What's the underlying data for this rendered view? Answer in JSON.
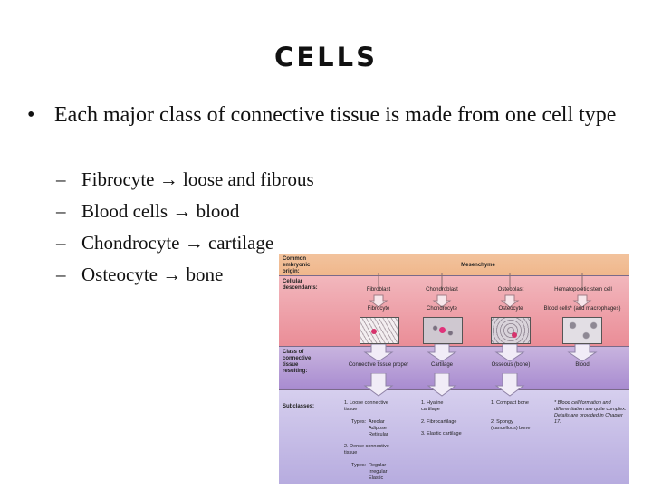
{
  "slide": {
    "title": "CELLS",
    "bullet_symbol": "•",
    "bullet": "Each major class of connective tissue is made from one cell type",
    "subbullets": [
      {
        "dash": "–",
        "text": "Fibrocyte → loose and fibrous"
      },
      {
        "dash": "–",
        "text": "Blood cells → blood"
      },
      {
        "dash": "–",
        "text": "Chondrocyte → cartilage"
      },
      {
        "dash": "–",
        "text": "Osteocyte → bone"
      }
    ]
  },
  "figure": {
    "row_labels": {
      "origin": "Common embryonic origin:",
      "cellular": "Cellular descendants:",
      "class": "Class of connective tissue resulting:",
      "subclasses": "Subclasses:"
    },
    "origin": "Mesenchyme",
    "stem_cells": [
      "Fibroblast",
      "Chondroblast",
      "Osteoblast",
      "Hematopoietic stem cell"
    ],
    "mature_cells": [
      "Fibrocyte",
      "Chondrocyte",
      "Osteocyte",
      "Blood cells* (and macrophages)"
    ],
    "tissues": [
      "Connective tissue proper",
      "Cartilage",
      "Osseous (bone)",
      "Blood"
    ],
    "sub_ct": {
      "loose": "1. Loose connective tissue",
      "loose_types_label": "Types:",
      "loose_types": "Areolar Adipose Reticular",
      "dense": "2. Dense connective tissue",
      "dense_types_label": "Types:",
      "dense_types": "Regular Irregular Elastic"
    },
    "sub_cart": [
      "1. Hyaline cartilage",
      "2. Fibrocartilage",
      "3. Elastic cartilage"
    ],
    "sub_bone": [
      "1. Compact bone",
      "2. Spongy (cancellous) bone"
    ],
    "footnote": "* Blood cell formation and differentiation are quite complex. Details are provided in Chapter 17."
  }
}
